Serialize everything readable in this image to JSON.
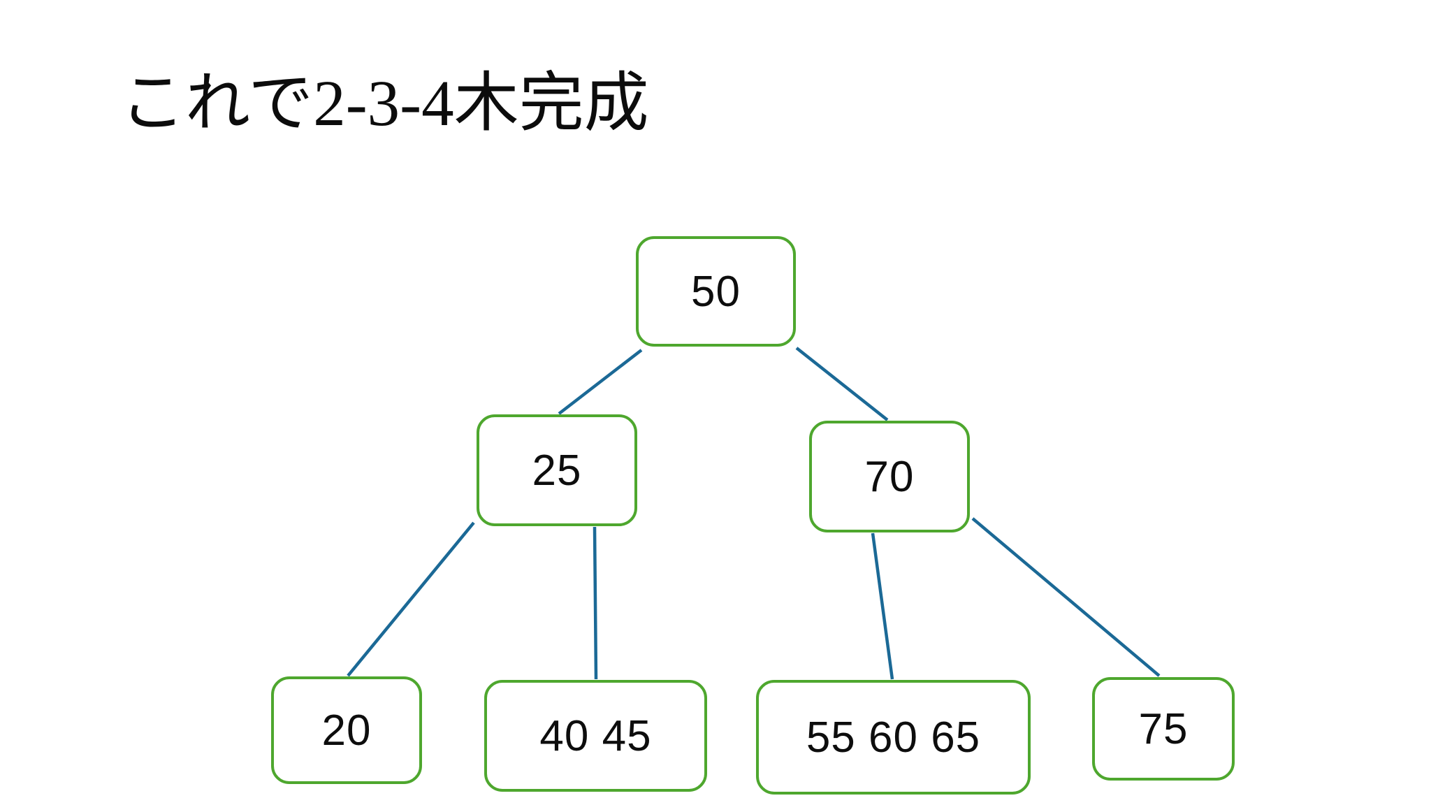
{
  "title": "これで2-3-4木完成",
  "colors": {
    "background": "#ffffff",
    "node_border": "#4ea72e",
    "node_fill": "#ffffff",
    "edge_line": "#1b6996",
    "text": "#0d0d0d"
  },
  "diagram": {
    "type": "2-3-4 tree",
    "nodes": [
      {
        "name": "root",
        "level": 1,
        "label": "50"
      },
      {
        "name": "internal-left",
        "level": 2,
        "label": "25"
      },
      {
        "name": "internal-right",
        "level": 2,
        "label": "70"
      },
      {
        "name": "leaf-1",
        "level": 3,
        "label": "20"
      },
      {
        "name": "leaf-2",
        "level": 3,
        "label": "40 45"
      },
      {
        "name": "leaf-3",
        "level": 3,
        "label": "55 60 65"
      },
      {
        "name": "leaf-4",
        "level": 3,
        "label": "75"
      }
    ],
    "edges": [
      [
        "50",
        "25"
      ],
      [
        "50",
        "70"
      ],
      [
        "25",
        "20"
      ],
      [
        "25",
        "40 45"
      ],
      [
        "70",
        "55 60 65"
      ],
      [
        "70",
        "75"
      ]
    ]
  }
}
